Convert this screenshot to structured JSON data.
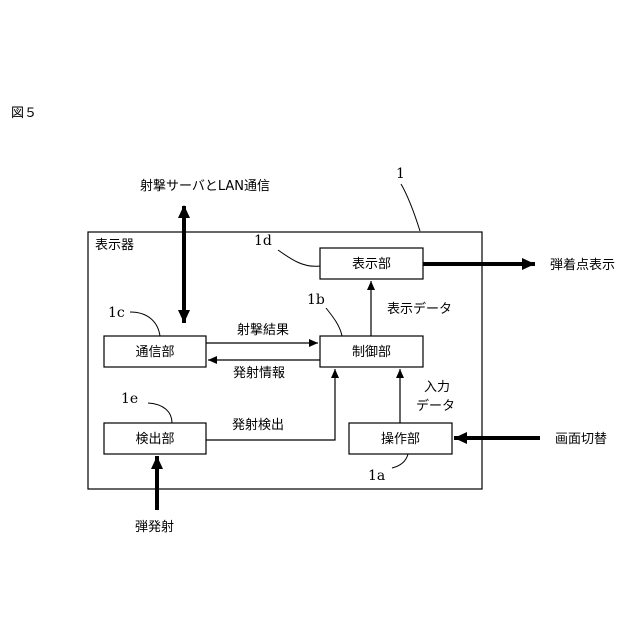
{
  "figure_label": "図５",
  "device": {
    "ref": "1",
    "title": "表示器"
  },
  "blocks": {
    "display": {
      "label": "表示部",
      "ref": "1d"
    },
    "comm": {
      "label": "通信部",
      "ref": "1c"
    },
    "control": {
      "label": "制御部",
      "ref": "1b"
    },
    "detect": {
      "label": "検出部",
      "ref": "1e"
    },
    "operation": {
      "label": "操作部",
      "ref": "1a"
    }
  },
  "signals": {
    "lan": "射撃サーバとLAN通信",
    "impact_display": "弾着点表示",
    "display_data": "表示データ",
    "shot_result": "射撃結果",
    "fire_info": "発射情報",
    "input_data_line1": "入力",
    "input_data_line2": "データ",
    "fire_detect": "発射検出",
    "screen_switch": "画面切替",
    "bullet_fire": "弾発射"
  }
}
